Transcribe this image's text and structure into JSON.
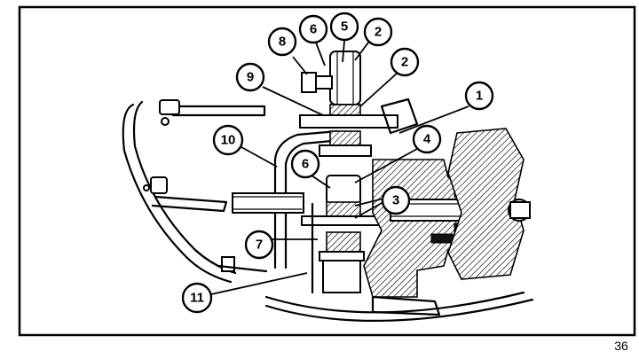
{
  "figure": {
    "number_label": "36",
    "callouts": [
      {
        "label": "1"
      },
      {
        "label": "2"
      },
      {
        "label": "2"
      },
      {
        "label": "3"
      },
      {
        "label": "4"
      },
      {
        "label": "5"
      },
      {
        "label": "6"
      },
      {
        "label": "6"
      },
      {
        "label": "7"
      },
      {
        "label": "8"
      },
      {
        "label": "9"
      },
      {
        "label": "10"
      },
      {
        "label": "11"
      }
    ]
  }
}
